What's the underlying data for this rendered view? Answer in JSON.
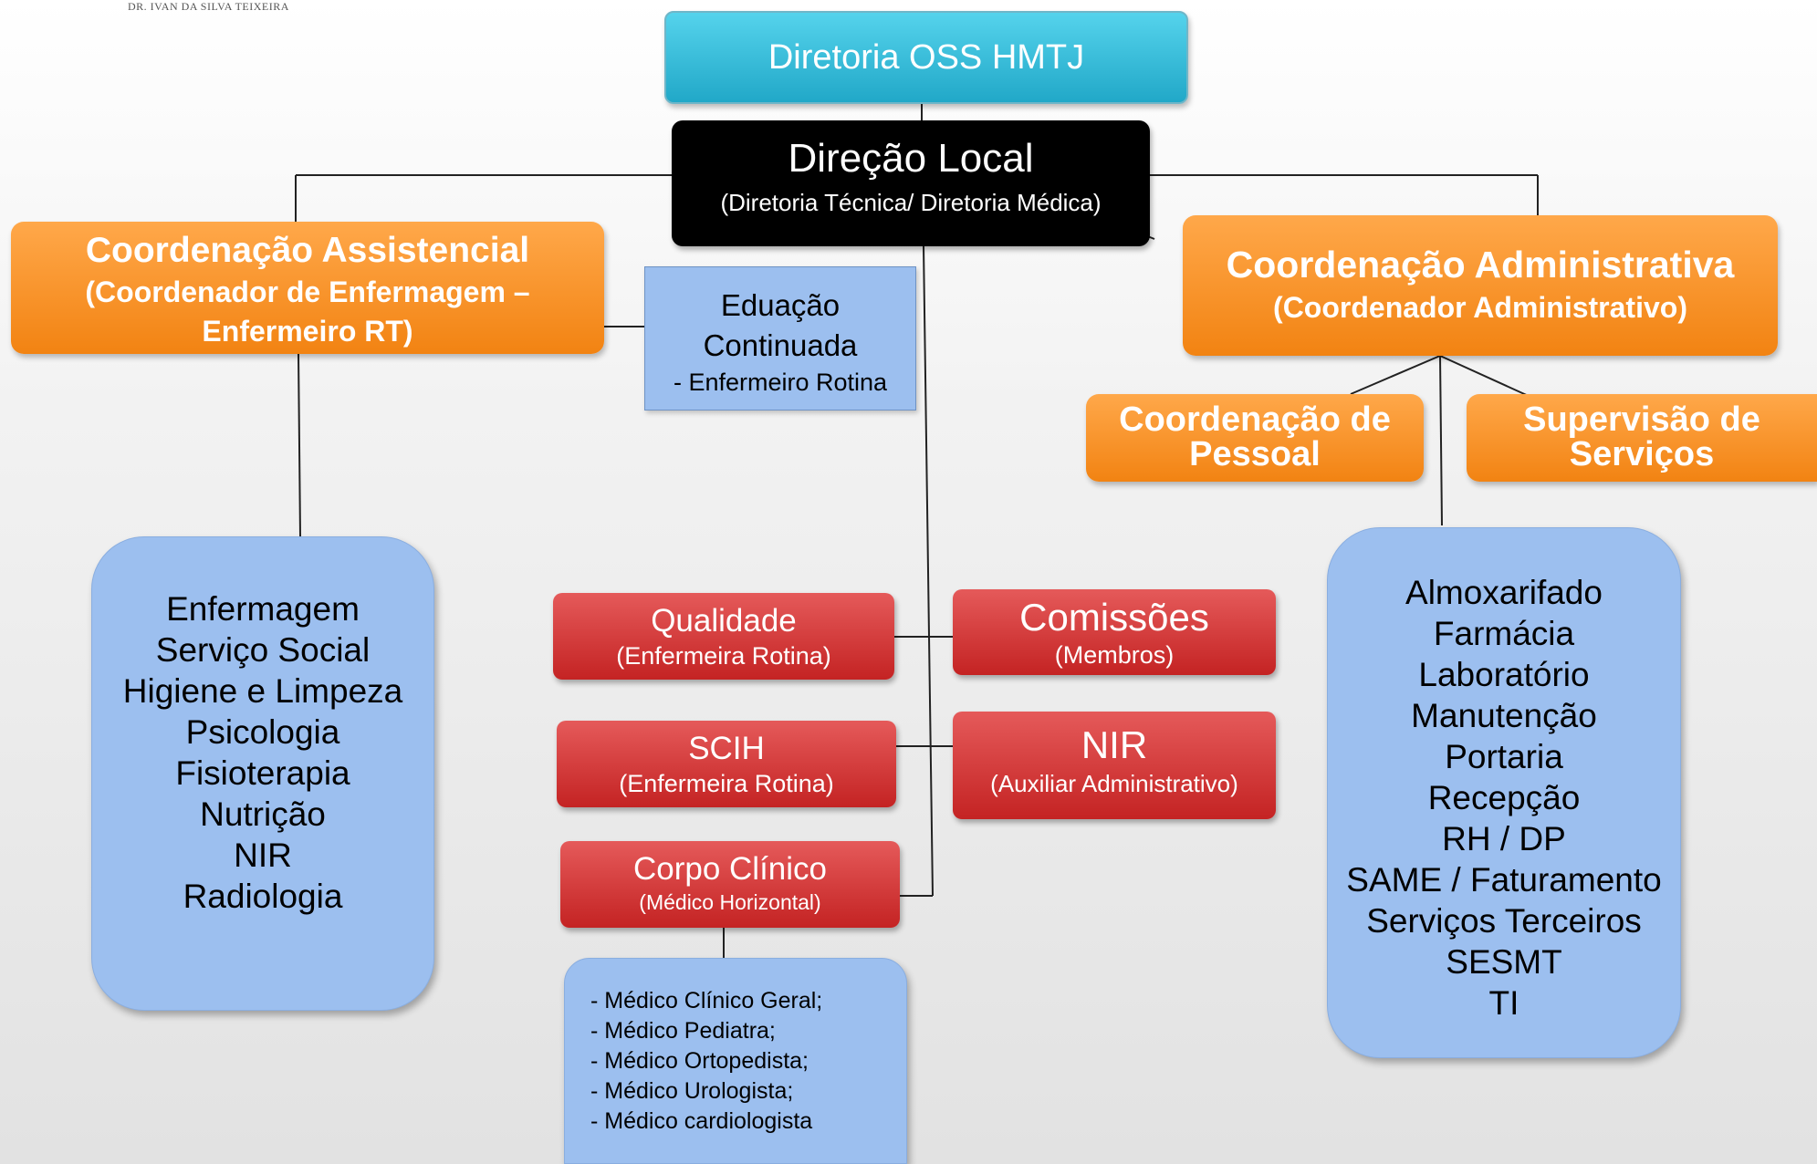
{
  "header": {
    "subtitle": "DR. IVAN DA SILVA TEIXEIRA"
  },
  "top": {
    "title": "Diretoria OSS HMTJ"
  },
  "direcao": {
    "title": "Direção Local",
    "subtitle": "(Diretoria Técnica/ Diretoria Médica)"
  },
  "assistencial": {
    "line1": "Coordenação Assistencial",
    "line2": "(Coordenador de Enfermagem –",
    "line3": "Enfermeiro RT)"
  },
  "administrativa": {
    "line1": "Coordenação Administrativa",
    "line2": "(Coordenador Administrativo)"
  },
  "educacao": {
    "line1": "Eduação",
    "line2": "Continuada",
    "line3": "- Enfermeiro Rotina"
  },
  "pessoal": {
    "line1": "Coordenação de",
    "line2": "Pessoal"
  },
  "supervisao": {
    "line1": "Supervisão de",
    "line2": "Serviços"
  },
  "assistencial_list": [
    "Enfermagem",
    "Serviço Social",
    "Higiene e Limpeza",
    "Psicologia",
    "Fisioterapia",
    "Nutrição",
    "NIR",
    "Radiologia"
  ],
  "admin_list": [
    "Almoxarifado",
    "Farmácia",
    "Laboratório",
    "Manutenção",
    "Portaria",
    "Recepção",
    "RH / DP",
    "SAME / Faturamento",
    "Serviços Terceiros",
    "SESMT",
    "TI"
  ],
  "qualidade": {
    "title": "Qualidade",
    "subtitle": "(Enfermeira Rotina)"
  },
  "comissoes": {
    "title": "Comissões",
    "subtitle": "(Membros)"
  },
  "scih": {
    "title": "SCIH",
    "subtitle": "(Enfermeira Rotina)"
  },
  "nir": {
    "title": "NIR",
    "subtitle": "(Auxiliar Administrativo)"
  },
  "corpo": {
    "title": "Corpo Clínico",
    "subtitle": "(Médico Horizontal)"
  },
  "medicos": [
    "- Médico Clínico Geral;",
    "- Médico Pediatra;",
    "- Médico Ortopedista;",
    "- Médico Urologista;",
    "- Médico cardiologista"
  ],
  "colors": {
    "cyan": "#2fb8d6",
    "orange": "#f58d1f",
    "red": "#cf3030",
    "lightblue": "#9cbfef",
    "black": "#000000"
  }
}
